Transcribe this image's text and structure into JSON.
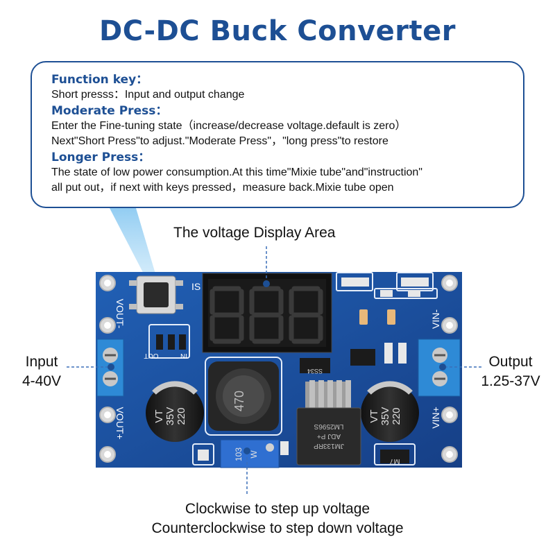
{
  "title": "DC-DC Buck Converter",
  "callout": {
    "function_key_heading": "Function key：",
    "function_key_text": "Short presss：Input and output change",
    "moderate_heading": "Moderate Press：",
    "moderate_text_1": "Enter the Fine-tuning state（increase/decrease voltage.default is zero）",
    "moderate_text_2": "Next\"Short Press\"to adjust.\"Moderate Press\"，\"long press\"to restore",
    "longer_heading": "Longer Press：",
    "longer_text_1": "The state of low power consumption.At this time\"Mixie tube\"and\"instruction\"",
    "longer_text_2": "all put out，if next with keys pressed，measure back.Mixie tube open"
  },
  "labels": {
    "display_area": "The voltage Display Area",
    "input_1": "Input",
    "input_2": "4-40V",
    "output_1": "Output",
    "output_2": "1.25-37V",
    "clockwise": "Clockwise to step up voltage",
    "counterclockwise": "Counterclockwise to step down voltage"
  },
  "board": {
    "silk_vout_minus": "VOUT-",
    "silk_vout_plus": "VOUT+",
    "silk_vin_minus": "VIN-",
    "silk_vin_plus": "VIN+",
    "silk_is": "IS",
    "silk_out": "OUT",
    "silk_in": "IN",
    "inductor_marking": "470",
    "cap_value": "220",
    "cap_voltage": "35V",
    "cap_series": "VT",
    "chip_line_1": "LM2596S",
    "chip_line_2": "ADJ P+",
    "chip_line_3": "JM133RP",
    "pot_marking": "103",
    "pot_letter": "W",
    "diode_marking": "SS34",
    "regulator_marking": "M7",
    "display_digits": "888"
  },
  "colors": {
    "title_blue": "#1d4f94",
    "pcb_blue": "#1c4f9e",
    "dashed_line": "#3a6fb8"
  }
}
